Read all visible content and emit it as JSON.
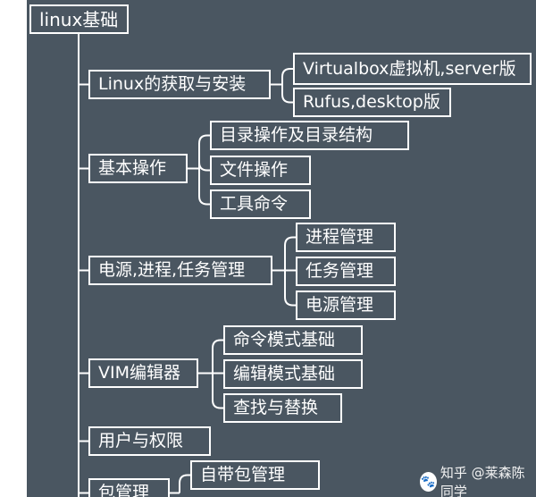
{
  "root": {
    "label": "linux基础"
  },
  "groups": [
    {
      "label": "Linux的获取与安装",
      "children": [
        "Virtualbox虚拟机,server版",
        "Rufus,desktop版"
      ]
    },
    {
      "label": "基本操作",
      "children": [
        "目录操作及目录结构",
        "文件操作",
        "工具命令"
      ]
    },
    {
      "label": "电源,进程,任务管理",
      "children": [
        "进程管理",
        "任务管理",
        "电源管理"
      ]
    },
    {
      "label": "VIM编辑器",
      "children": [
        "命令模式基础",
        "编辑模式基础",
        "查找与替换"
      ]
    },
    {
      "label": "用户与权限",
      "children": []
    },
    {
      "label": "包管理",
      "children": [
        "自带包管理"
      ]
    }
  ],
  "watermark": {
    "text": "知乎 @莱森陈同学",
    "icon": "paw-icon"
  },
  "colors": {
    "background": "#4a5661",
    "stroke": "#ffffff",
    "text": "#ffffff"
  }
}
